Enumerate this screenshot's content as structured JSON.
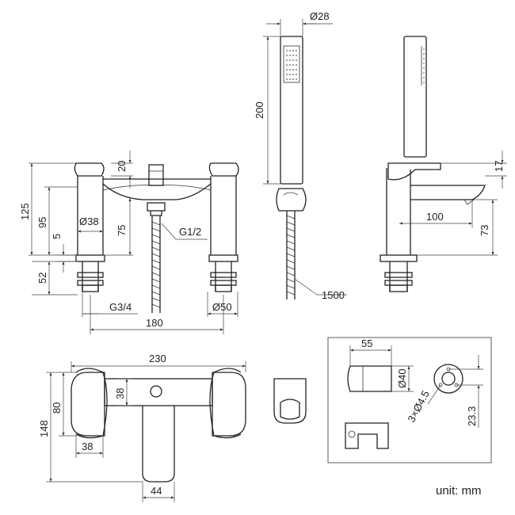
{
  "labels": {
    "d28": "Ø28",
    "h200": "200",
    "h20": "20",
    "h17": "17",
    "h125": "125",
    "h95": "95",
    "d38": "Ø38",
    "h75": "75",
    "g12": "G1/2",
    "h5": "5",
    "h100": "100",
    "h73": "73",
    "h52": "52",
    "g34": "G3/4",
    "d50": "Ø50",
    "w180": "180",
    "h1500": "1500",
    "w230": "230",
    "d38b": "38",
    "h80": "80",
    "h148": "148",
    "w38": "38",
    "w44": "44",
    "w55": "55",
    "d40": "Ø40",
    "holes": "3×Ø4.5",
    "h23_3": "23.3"
  },
  "unit_note": "unit: mm"
}
